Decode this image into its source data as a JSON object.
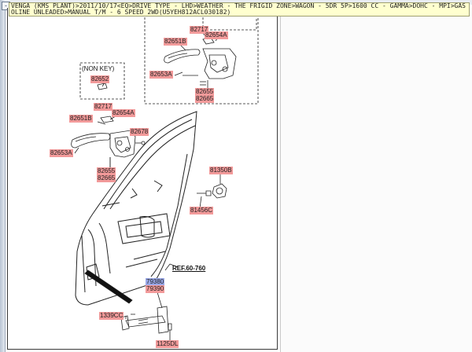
{
  "breadcrumb": "VENGA (KMS PLANT)>2011/10/17<EQ>DRIVE TYPE - LHD>WEATHER - THE FRIGID ZONE>WAGON - 5DR 5P>1600 CC - GAMMA>DOHC - MPI>GASOLINE UNLEADED>MANUAL T/M - 6 SPEED 2WD(U5YEH812ACL030182)",
  "collapse_symbol": "-",
  "non_key_label": "(NON KEY)",
  "ref_label": "REF.60-760",
  "parts": {
    "p82717_top": "82717",
    "p82651B_top": "82651B",
    "p82654A_top": "82654A",
    "p82653A_top": "82653A",
    "p82655_top": "82655",
    "p82665_top": "82665",
    "p82652": "82652",
    "p82717": "82717",
    "p82651B": "82651B",
    "p82654A": "82654A",
    "p82678": "82678",
    "p82653A": "82653A",
    "p82655": "82655",
    "p82665": "82665",
    "p81350B": "81350B",
    "p81456C": "81456C",
    "p79380": "79380",
    "p79390": "79390",
    "p1339CC": "1339CC",
    "p1125DL": "1125DL"
  }
}
